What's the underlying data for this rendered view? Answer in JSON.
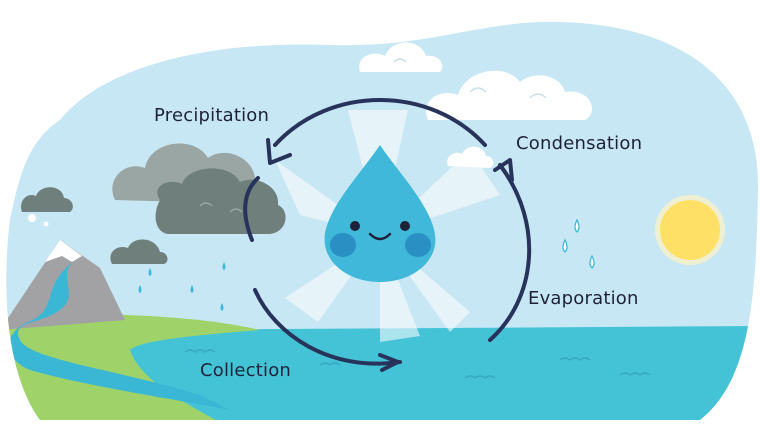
{
  "diagram": {
    "stages": {
      "precipitation": "Precipitation",
      "condensation": "Condensation",
      "evaporation": "Evaporation",
      "collection": "Collection"
    },
    "colors": {
      "sky": "#c8e7f4",
      "sea": "#45c3d6",
      "land": "#9fd36a",
      "river": "#3bb7d6",
      "dark_cloud": "#6f7f7c",
      "light_cloud": "#9aa6a4",
      "white_cloud": "#ffffff",
      "sun": "#ffe066",
      "droplet": "#3fb8d9",
      "arrows": "#27335a",
      "mountain": "#a2a2a4"
    },
    "icons": [
      "water-droplet-character",
      "sun-icon",
      "cloud-icon",
      "rain-drop-icon",
      "mountain-icon",
      "river-icon"
    ]
  }
}
